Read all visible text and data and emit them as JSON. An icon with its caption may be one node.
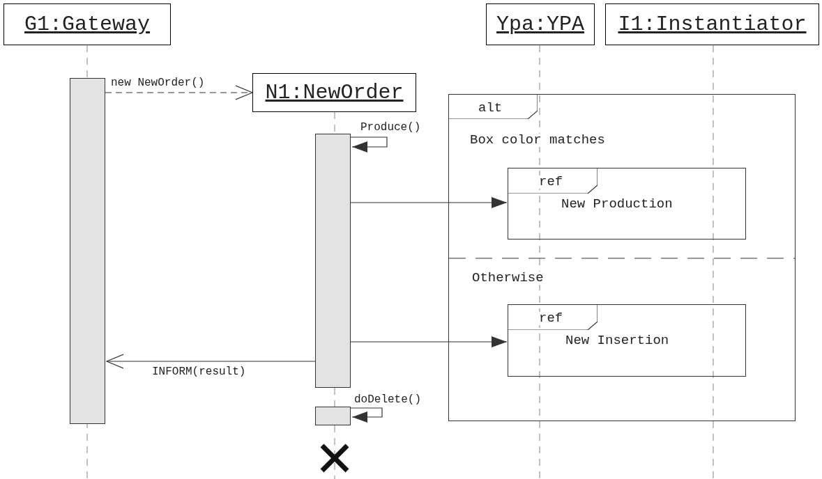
{
  "diagram": {
    "nodes": [
      {
        "text": [
          "G1:Gateway"
        ]
      },
      {
        "text": [
          "Ypa:YPA"
        ]
      },
      {
        "text": [
          "I1:Instantiator"
        ]
      },
      {
        "text": [
          "N1:NewOrder"
        ]
      },
      {
        "text": [],
        "shape": "bar"
      },
      {
        "text": [],
        "shape": "bar"
      },
      {
        "text": [],
        "shape": "bar"
      },
      {
        "text": [
          "alt",
          "Box color matches",
          "Otherwise"
        ]
      },
      {
        "text": [
          "ref",
          "New Production"
        ],
        "in": 7
      },
      {
        "text": [
          "ref",
          "New Insertion"
        ],
        "in": 7
      }
    ],
    "edges": [
      {
        "from": 4,
        "to": 3,
        "label": "new NewOrder()",
        "arrow": "to",
        "style": "dashed"
      },
      {
        "from": 5,
        "to": 5,
        "label": "Produce()",
        "arrow": "to"
      },
      {
        "from": 5,
        "to": 8,
        "arrow": "to"
      },
      {
        "from": 5,
        "to": 9,
        "arrow": "to"
      },
      {
        "from": 5,
        "to": 4,
        "label": "INFORM(result)",
        "arrow": "to"
      },
      {
        "from": 6,
        "to": 6,
        "label": "doDelete()",
        "arrow": "to"
      }
    ]
  }
}
